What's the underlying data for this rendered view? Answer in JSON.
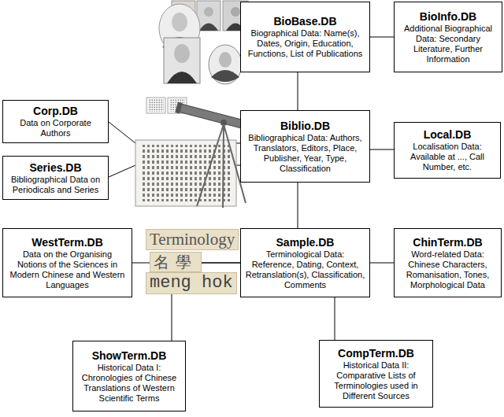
{
  "diagram": {
    "nodes": [
      {
        "text": [
          "BioBase.DB",
          "Biographical Data: Name(s), Dates, Origin, Education, Functions, List of Publications"
        ]
      },
      {
        "text": [
          "BioInfo.DB",
          "Additional Biographical Data: Secondary Literature, Further Information"
        ]
      },
      {
        "text": [
          "Corp.DB",
          "Data on Corporate Authors"
        ]
      },
      {
        "text": [
          "Biblio.DB",
          "Bibliographical Data: Authors, Translators, Editors, Place, Publisher, Year, Type, Classification"
        ]
      },
      {
        "text": [
          "Local.DB",
          "Localisation Data: Available at ..., Call Number, etc."
        ]
      },
      {
        "text": [
          "Series.DB",
          "Bibliographical Data on Periodicals and Series"
        ]
      },
      {
        "text": [
          "WestTerm.DB",
          "Data on the Organising Notions of the Sciences in Modern Chinese and Western Languages"
        ]
      },
      {
        "text": [
          "Sample.DB",
          "Terminological Data: Reference, Dating, Context, Retranslation(s), Classification, Comments"
        ]
      },
      {
        "text": [
          "ChinTerm.DB",
          "Word-related Data: Chinese Characters, Romanisation, Tones, Morphological Data"
        ]
      },
      {
        "text": [
          "ShowTerm.DB",
          "Historical Data I: Chronologies of Chinese Translations of Western Scientific Terms"
        ]
      },
      {
        "text": [
          "CompTerm.DB",
          "Historical Data II: Comparative Lists of Terminologies used in Different Sources"
        ]
      }
    ],
    "edges": [
      {
        "from": 0,
        "to": 1,
        "arrow": "none"
      },
      {
        "from": 0,
        "to": 3,
        "arrow": "none"
      },
      {
        "from": 2,
        "to": 3,
        "arrow": "none"
      },
      {
        "from": 5,
        "to": 3,
        "arrow": "none"
      },
      {
        "from": 3,
        "to": 4,
        "arrow": "none"
      },
      {
        "from": 3,
        "to": 7,
        "arrow": "none"
      },
      {
        "from": 6,
        "to": 7,
        "arrow": "none"
      },
      {
        "from": 7,
        "to": 8,
        "arrow": "none"
      },
      {
        "from": 9,
        "to": 7,
        "arrow": "none"
      },
      {
        "from": 7,
        "to": 10,
        "arrow": "none"
      }
    ],
    "labels": [
      "Terminology",
      "名學",
      "meng hok"
    ]
  }
}
